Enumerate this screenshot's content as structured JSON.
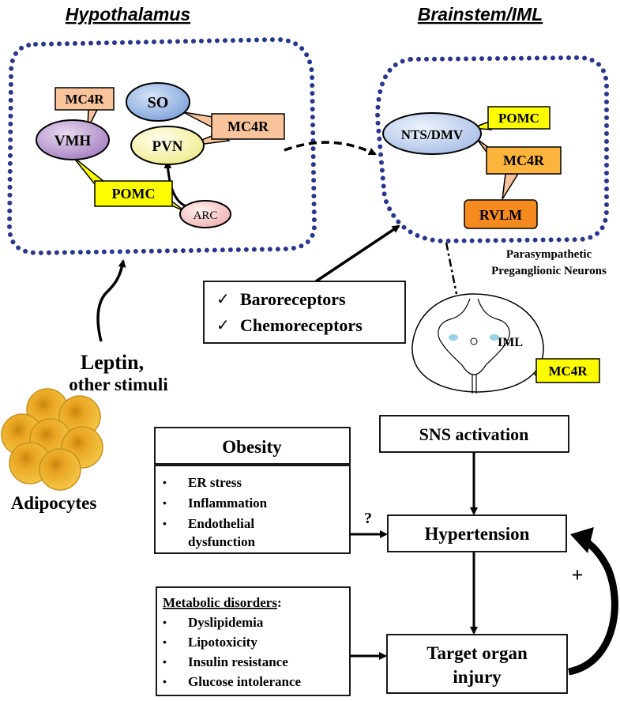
{
  "titles": {
    "hypothalamus": "Hypothalamus",
    "brainstem": "Brainstem/IML"
  },
  "nuclei": {
    "vmh": "VMH",
    "so": "SO",
    "pvn": "PVN",
    "arc": "ARC",
    "nts": "NTS/DMV",
    "rvlm": "RVLM",
    "iml": "IML"
  },
  "tags": {
    "mc4r": "MC4R",
    "pomc": "POMC"
  },
  "labels": {
    "parasympathetic_line1": "Parasympathetic",
    "parasympathetic_line2": "Preganglionic Neurons",
    "leptin_line1": "Leptin,",
    "leptin_line2": "other stimuli",
    "adipocytes": "Adipocytes",
    "question": "?",
    "plus": "+"
  },
  "receptors": {
    "check": "✓",
    "items": [
      "Baroreceptors",
      "Chemoreceptors"
    ]
  },
  "boxes": {
    "obesity": "Obesity",
    "obesity_items": [
      "ER stress",
      "Inflammation",
      "Endothelial",
      "dysfunction"
    ],
    "sns": "SNS activation",
    "hypertension": "Hypertension",
    "metabolic_title": "Metabolic disorders",
    "metabolic_colon": ":",
    "metabolic_items": [
      "Dyslipidemia",
      "Lipotoxicity",
      "Insulin resistance",
      "Glucose intolerance"
    ],
    "target_line1": "Target organ",
    "target_line2": "injury"
  },
  "colors": {
    "dots": "#2a3590",
    "mc4r": "#f9c39c",
    "pomc": "#fdfd00",
    "rvlm": "#f58a1f",
    "so": "#8fb1e3",
    "vmh": "#b58fc9",
    "pvn": "#f7f5a6",
    "arc": "#f6c4c4",
    "nts": "#b3c7ea",
    "adipocyte": "#e8a722"
  }
}
